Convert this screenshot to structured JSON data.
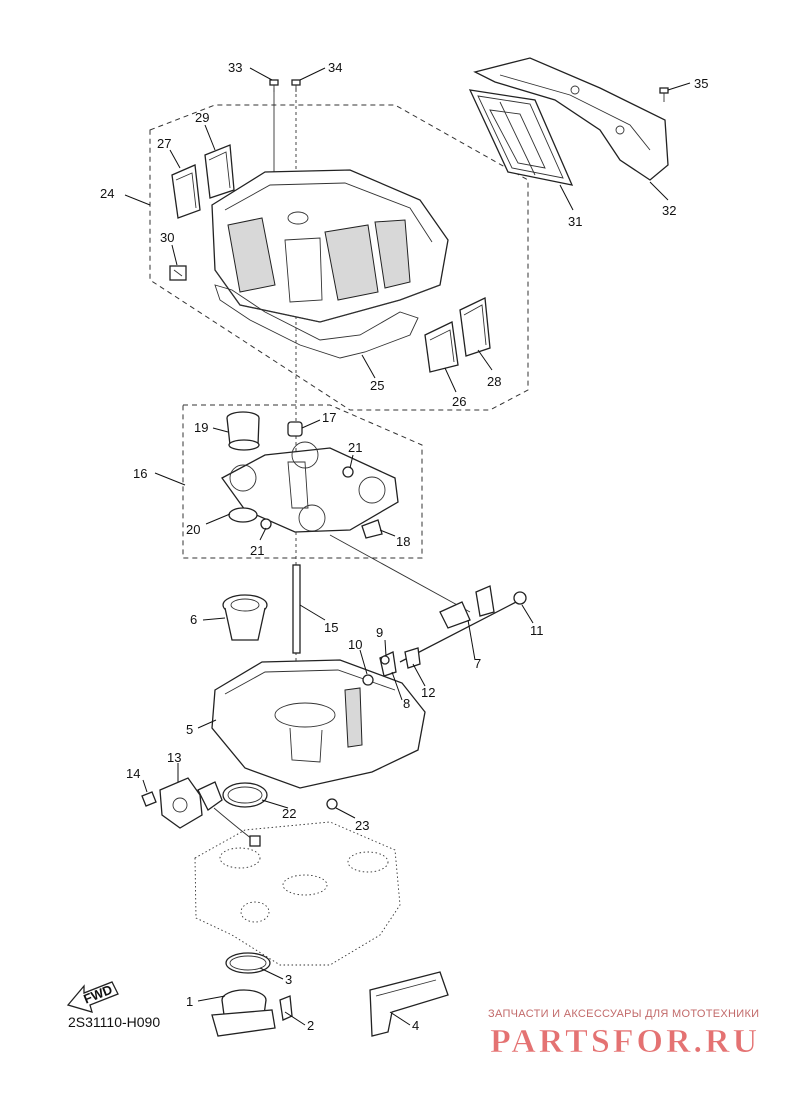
{
  "diagram": {
    "code": "2S31110-H090",
    "fwd_label": "FWD",
    "callouts": [
      "1",
      "2",
      "3",
      "4",
      "5",
      "6",
      "7",
      "8",
      "9",
      "10",
      "11",
      "12",
      "13",
      "14",
      "15",
      "16",
      "17",
      "18",
      "19",
      "20",
      "21",
      "21",
      "22",
      "23",
      "24",
      "25",
      "26",
      "27",
      "28",
      "29",
      "30",
      "31",
      "32",
      "33",
      "34",
      "35"
    ]
  },
  "watermark": {
    "caption": "ЗАПЧАСТИ И АКСЕССУАРЫ ДЛЯ МОТОТЕХНИКИ",
    "logo": "PARTSFOR.RU",
    "color": "#e05a5a"
  }
}
